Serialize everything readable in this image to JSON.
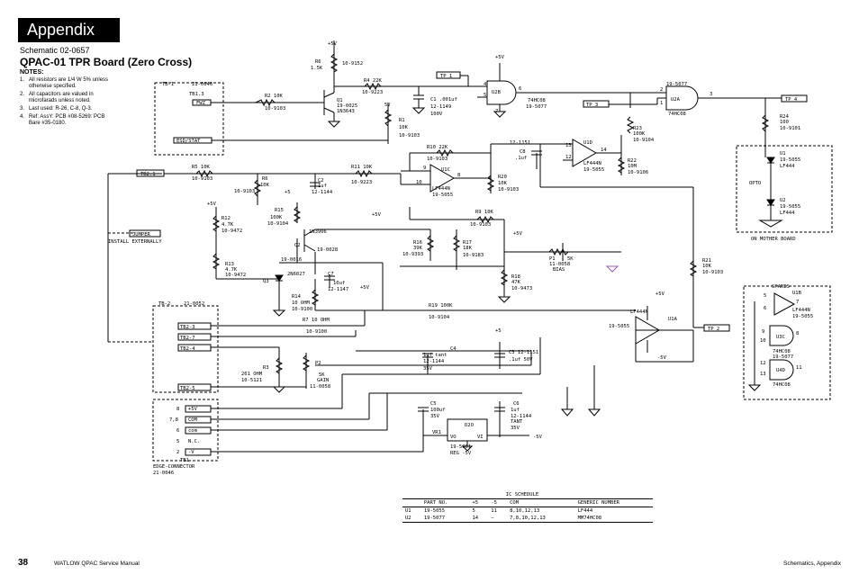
{
  "header": {
    "title": "Appendix"
  },
  "doc": {
    "subtitle": "Schematic 02-0657",
    "title": "QPAC-01 TPR Board (Zero Cross)"
  },
  "notes": {
    "heading": "NOTES:",
    "items": [
      {
        "num": "1.",
        "text": "All resistors are 1/4 W 5% unless otherwise specified."
      },
      {
        "num": "2.",
        "text": "All capacitors are valued in microfarads unless noted."
      },
      {
        "num": "3.",
        "text": "Last used: R-26, C-8, Q-3."
      },
      {
        "num": "4.",
        "text": "Ref: AssY: PCB #08-5269: PCB Bare #35-0180."
      }
    ]
  },
  "schematic": {
    "labels": {
      "tb1": "TB-1",
      "tb1_part": "21-0046",
      "tb1_3": "TB1.3",
      "fwz": "FWZ",
      "esd": "ESD/STAT",
      "r6": "R6",
      "r6v": "1.5K",
      "r6p": "10-9152",
      "v5a": "+5V",
      "r4": "R4 22K",
      "r4p": "10-9223",
      "r2": "R2 10K",
      "r2p": "10-9103",
      "q1": "Q1",
      "q1p": "19-0025",
      "q1t": "1N3643",
      "v5b": "5V",
      "r1": "R1",
      "r1v": "10K",
      "r1p": "10-9103",
      "tp1": "TP 1",
      "c1": "C1 .001uf",
      "c1p": "12-1149",
      "c1v": "100V",
      "v5c": "+5V",
      "u2b": "U2B",
      "u2b_p1": "74HC08",
      "u2b_p2": "19-5077",
      "tp3": "TP 3",
      "pin4": "4",
      "pin5": "5",
      "pin6": "6",
      "pin7": "7",
      "u2a": "U2A",
      "u2a_p1": "19-5077",
      "u2a_p2": "74HC08",
      "pin1": "1",
      "pin2": "2",
      "pin3": "3",
      "tp4": "TP 4",
      "r24": "R24",
      "r24v": "100",
      "r24p": "10-9101",
      "u1": "U1",
      "u1p": "19-5055",
      "u1t": "LF444",
      "opto": "OPTO",
      "u2": "U2",
      "u2p": "19-5055",
      "u2t": "LF444",
      "mother": "ON MOTHER BOARD",
      "r23": "R23",
      "r23v": "100K",
      "r23p": "10-9104",
      "c12": "12-1151",
      "c8": "C8",
      "c8v": ".1uf",
      "u1d": "U1D",
      "u1d_t": "LF444N",
      "u1d_p": "19-5055",
      "p13": "13",
      "p12": "12",
      "p14": "14",
      "r22": "R22",
      "r22v": "10M",
      "r22p": "10-9106",
      "r10": "R10 22K",
      "r10p": "10-9103",
      "u1c": "U1C",
      "u1c_t": "LF444N",
      "u1c_p": "19-5055",
      "p9": "9",
      "p10": "10",
      "p8": "8",
      "r20": "R20",
      "r20v": "10K",
      "r20p": "10-9103",
      "tb2_1": "TB2.1",
      "r5": "R5 10K",
      "r5p": "10-9103",
      "r11": "R11 10K",
      "r11p": "10-9223",
      "r6b": "R6",
      "r6bv": "10K",
      "r6bp": "10-9103",
      "c2": "C2",
      "c2v": "1uf",
      "c2p": "12-1144",
      "v5d": "+5",
      "r15": "R15",
      "r15v": "100K",
      "r15p": "10-9104",
      "n3906": "1N3906",
      "r12": "R12",
      "r12v": "4.7K",
      "r12p": "10-9472",
      "v5e": "+5V",
      "jumper": "JUMPER",
      "install": "INSTALL EXTERNALLY",
      "q2": "Q2",
      "q2p": "19-0028",
      "q2t": "19-0016",
      "n6027": "2N6027",
      "c7": "C7",
      "c7v": "10uf",
      "c7p": "12-1147",
      "r13": "R13",
      "r13v": "4.7K",
      "r13p": "10-9472",
      "q3": "Q3",
      "r14": "R14",
      "r14v": "10 OHM",
      "r14p": "10-9100",
      "v5f": "+5V",
      "r16": "R16",
      "r16v": "39K",
      "r16p": "10-9393",
      "r17": "R17",
      "r17v": "18K",
      "r17p": "10-9183",
      "r9": "R9 10K",
      "r9p": "10-9103",
      "v5g": "+5V",
      "p1": "P1",
      "p1v": "5K",
      "p1p": "11-0058",
      "bias": "BIAS",
      "r18": "R18",
      "r18v": "47K",
      "r18p": "10-9473",
      "r21": "R21",
      "r21v": "10K",
      "r21p": "10-9103",
      "v5h": "+5V",
      "r19": "R19 100K",
      "r19p": "10-9104",
      "u1a_t": "LF444N",
      "u1a": "U1A",
      "u1a_p": "19-5055",
      "tp2": "TP 2",
      "v5n": "-5V",
      "tb2": "TB-2",
      "tb2_part": "21-0052",
      "tb2_3": "TB2-3",
      "tb2_7": "TB2-7",
      "tb2_4": "TB2-4",
      "tb2_5": "TB2-5",
      "r7": "R7 10 OHM",
      "r7p": "10-9100",
      "r3": "R3",
      "r3v": "261 OHM",
      "r3p": "10-5121",
      "p2": "P2",
      "p2v": "5K",
      "p2t": "GAIN",
      "p2p": "11-0058",
      "c4": "C4",
      "c4v": "1uf tant",
      "c4p": "12-1144",
      "c4vv": "35V",
      "v5i": "+5",
      "c3": "C3 12-1151",
      "c3v": ".1uf 50V",
      "spares": "SPARES",
      "u1b": "U1B",
      "u1b_t": "LF444N",
      "u1b_p": "19-5055",
      "u3c": "U3C",
      "u3c_t": "74HC08",
      "u3c_p": "19-5077",
      "u4d": "U4D",
      "u4d_t": "74HC08",
      "s5": "5",
      "s6": "6",
      "s7": "7",
      "s9": "9",
      "s10": "10",
      "s8": "8",
      "s12": "12",
      "s13": "13",
      "s11": "11",
      "edge1": "8",
      "edge1t": "+5V",
      "edge2": "7,8",
      "edge2t": "COM",
      "edge3": "6",
      "edge3t": "com",
      "edge4": "5",
      "edge4t": "N.C.",
      "edge5": "2",
      "edge5t": "-V",
      "tb1b": "TB1",
      "edge_conn": "EDGE-CONNECTOR",
      "edge_part": "21-0046",
      "c5": "C5",
      "c5v": "100uf",
      "c5vv": "35V",
      "c6": "C6",
      "c6v": "1uf",
      "c6p": "12-1144",
      "c6t": "TANT",
      "c6vv": "35V",
      "vr1": "VR1",
      "vo": "VO",
      "vi": "VI",
      "vr_p": "19-5061",
      "vr_t": "REG -5V",
      "v5j": "-5V",
      "vr_side": "D2O"
    }
  },
  "ic_schedule": {
    "title": "IC SCHEDULE",
    "headers": [
      "PART NO.",
      "+5",
      "-5",
      "COM",
      "GENERIC NUMBER"
    ],
    "rows": [
      {
        "ref": "U1",
        "part": "19-5055",
        "p5": "5",
        "m5": "11",
        "com": "8,10,12,13",
        "generic": "LF444"
      },
      {
        "ref": "U2",
        "part": "19-5077",
        "p5": "14",
        "m5": "—",
        "com": "7,8,10,12,13",
        "generic": "MM74HC08"
      }
    ]
  },
  "footer": {
    "page": "38",
    "manual": "WATLOW QPAC Service Manual",
    "section": "Schematics, Appendix"
  }
}
